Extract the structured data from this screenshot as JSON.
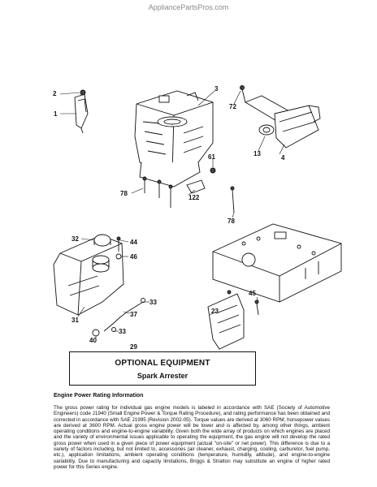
{
  "watermark": "AppliancePartsPros.com",
  "callouts": {
    "c1": "1",
    "c2": "2",
    "c3": "3",
    "c4": "4",
    "c13": "13",
    "c23": "23",
    "c29": "29",
    "c31": "31",
    "c32": "32",
    "c33a": "33",
    "c33b": "33",
    "c37": "37",
    "c40": "40",
    "c44": "44",
    "c45": "45",
    "c46": "46",
    "c61": "61",
    "c72": "72",
    "c78a": "78",
    "c78b": "78",
    "c122": "122"
  },
  "optional_box": {
    "title": "OPTIONAL EQUIPMENT",
    "subtitle": "Spark Arrester"
  },
  "rating": {
    "heading": "Engine Power Rating Information",
    "body": "The gross power rating for individual gas engine models is labeled in accordance with SAE (Society of Automotive Engineers) code J1940 (Small Engine Power & Torque Rating Procedure), and rating performance has been obtained and corrected in accordance with SAE J1995 (Revision 2002-05). Torque values are derived at 3060 RPM; horsepower values are derived at 3600 RPM. Actual gross engine power will be lower and is affected by, among other things, ambient operating conditions and engine-to-engine variability. Given both the wide array of products on which engines are placed and the variety of environmental issues applicable to operating the equipment, the gas engine will not develop the rated gross power when used in a given piece of power equipment (actual \"on-site\" or net power). This difference is due to a variety of factors including, but not limited to, accessories (air cleaner, exhaust, charging, cooling, carburetor, fuel pump, etc.), application limitations, ambient operating conditions (temperature, humidity, altitude), and engine-to-engine variability. Due to manufacturing and capacity limitations, Briggs & Stratton may substitute an engine of higher rated power for this Series engine."
  }
}
